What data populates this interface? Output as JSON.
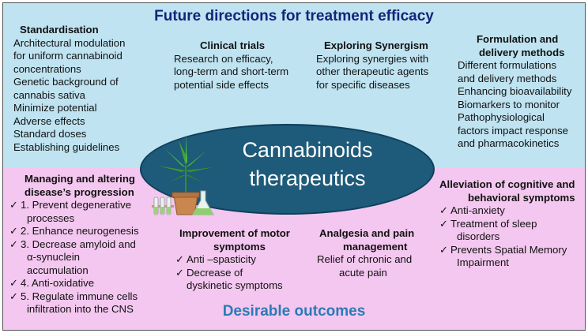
{
  "top_title": "Future directions for treatment efficacy",
  "bottom_title": "Desirable outcomes",
  "center": {
    "line1": "Cannabinoids",
    "line2": "therapeutics"
  },
  "standardisation": {
    "title": "Standardisation",
    "lines": [
      "Architectural modulation",
      "for uniform cannabinoid",
      "concentrations",
      "Genetic background of",
      "cannabis sativa",
      "Minimize potential",
      "Adverse effects",
      "Standard doses",
      "Establishing guidelines"
    ]
  },
  "clinical": {
    "title": "Clinical trials",
    "lines": [
      "Research on efficacy,",
      "long-term and short-term",
      "potential side effects"
    ]
  },
  "synergism": {
    "title": "Exploring Synergism",
    "lines": [
      "Exploring synergies with",
      "other therapeutic agents",
      "for specific diseases"
    ]
  },
  "formulation": {
    "title_lines": [
      "Formulation and",
      "delivery methods"
    ],
    "lines": [
      "Different formulations",
      "and delivery methods",
      "Enhancing bioavailability",
      "Biomarkers to monitor",
      "Pathophysiological",
      "factors impact response",
      "and pharmacokinetics"
    ]
  },
  "disease": {
    "title_lines": [
      "Managing and altering",
      "disease’s progression"
    ],
    "items": [
      {
        "lines": [
          "1. Prevent degenerative",
          "processes"
        ]
      },
      {
        "lines": [
          "2. Enhance neurogenesis"
        ]
      },
      {
        "lines": [
          "3. Decrease amyloid and",
          "α-synuclein",
          "accumulation"
        ]
      },
      {
        "lines": [
          "4. Anti-oxidative"
        ]
      },
      {
        "lines": [
          "5. Regulate immune cells",
          "infiltration into the CNS"
        ]
      }
    ]
  },
  "motor": {
    "title_lines": [
      "Improvement of motor",
      "symptoms"
    ],
    "items": [
      {
        "lines": [
          "Anti –spasticity"
        ]
      },
      {
        "lines": [
          "Decrease of",
          "dyskinetic symptoms"
        ]
      }
    ]
  },
  "analgesia": {
    "title_lines": [
      "Analgesia and pain",
      "management"
    ],
    "lines": [
      "Relief of chronic and",
      "acute pain"
    ]
  },
  "cognitive": {
    "title_lines": [
      "Alleviation of cognitive and",
      "behavioral symptoms"
    ],
    "items": [
      {
        "lines": [
          "Anti-anxiety"
        ]
      },
      {
        "lines": [
          "Treatment of sleep",
          "disorders"
        ]
      },
      {
        "lines": [
          "Prevents Spatial Memory",
          "Impairment"
        ]
      }
    ]
  },
  "check_glyph": "✓",
  "colors": {
    "top_panel": "#bfe3f1",
    "bottom_panel": "#f3c7ef",
    "ellipse": "#1e5a79",
    "top_title": "#12257a",
    "bottom_title": "#2b7bb6"
  },
  "icons": [
    "cannabis-plant-icon",
    "flask-icon",
    "test-tubes-icon"
  ]
}
